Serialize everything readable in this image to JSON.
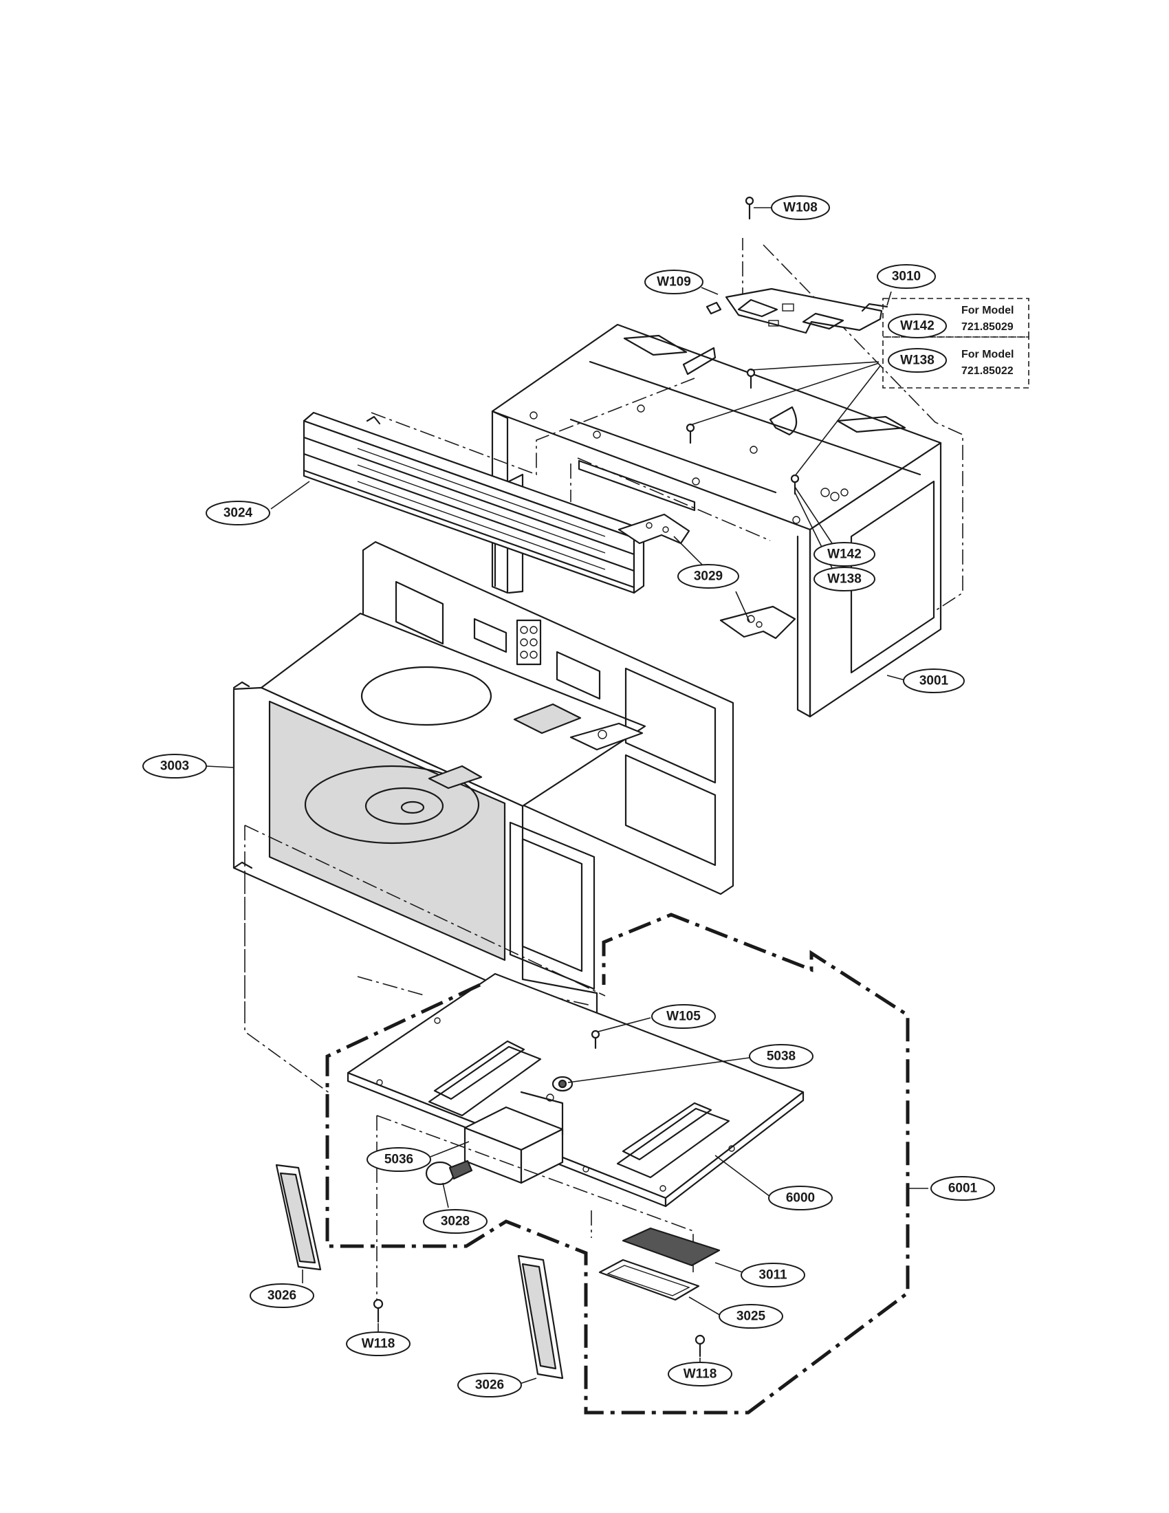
{
  "callouts": {
    "w108": "W108",
    "w109": "W109",
    "p3010": "3010",
    "w142_top": "W142",
    "w138_top": "W138",
    "p3024": "3024",
    "w142_mid": "W142",
    "w138_mid": "W138",
    "p3029": "3029",
    "p3001": "3001",
    "p3003": "3003",
    "w105": "W105",
    "p5038": "5038",
    "p5036": "5036",
    "p6000": "6000",
    "p6001": "6001",
    "p3028": "3028",
    "p3026_left": "3026",
    "p3011": "3011",
    "p3025": "3025",
    "w118_left": "W118",
    "w118_right": "W118",
    "p3026_bottom": "3026"
  },
  "notes": {
    "model_a_line1": "For Model",
    "model_a_line2": "721.85029",
    "model_b_line1": "For Model",
    "model_b_line2": "721.85022"
  }
}
